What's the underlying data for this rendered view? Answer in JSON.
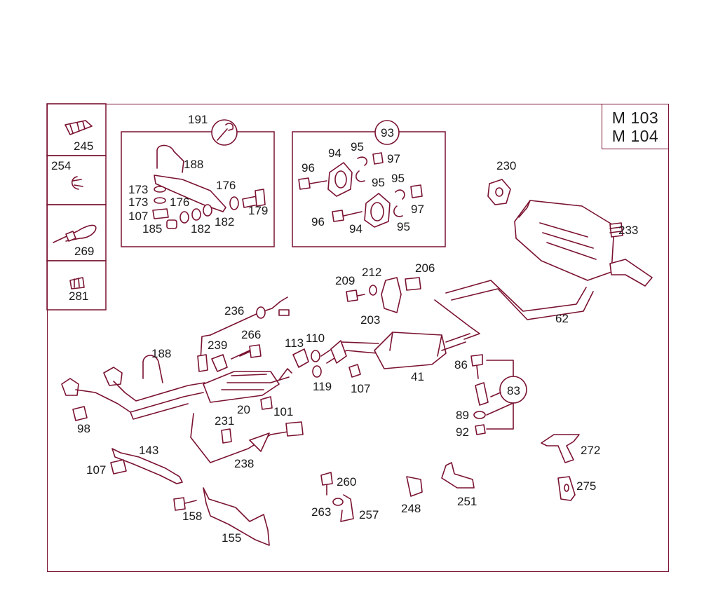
{
  "model_codes": [
    "M 103",
    "M 104"
  ],
  "callouts": {
    "c245": "245",
    "c254": "254",
    "c269": "269",
    "c281": "281",
    "c191": "191",
    "c188a": "188",
    "c173a": "173",
    "c173b": "173",
    "c107a": "107",
    "c185": "185",
    "c176a": "176",
    "c176b": "176",
    "c182a": "182",
    "c182b": "182",
    "c179": "179",
    "c93": "93",
    "c96a": "96",
    "c94a": "94",
    "c95a": "95",
    "c97a": "97",
    "c95b": "95",
    "c95c": "95",
    "c97b": "97",
    "c96b": "96",
    "c94b": "94",
    "c95d": "95",
    "c230": "230",
    "c233": "233",
    "c62": "62",
    "c209": "209",
    "c212": "212",
    "c206": "206",
    "c203": "203",
    "c236": "236",
    "c266": "266",
    "c239": "239",
    "c188b": "188",
    "c113": "113",
    "c110": "110",
    "c119": "119",
    "c107b": "107",
    "c41": "41",
    "c20": "20",
    "c101": "101",
    "c98": "98",
    "c231": "231",
    "c238": "238",
    "c143": "143",
    "c107c": "107",
    "c86": "86",
    "c83": "83",
    "c89": "89",
    "c92": "92",
    "c272": "272",
    "c275": "275",
    "c260": "260",
    "c263": "263",
    "c257": "257",
    "c248": "248",
    "c251": "251",
    "c158": "158",
    "c155": "155"
  },
  "colors": {
    "line": "#7a1230",
    "text": "#1a1a1a",
    "background": "#ffffff"
  }
}
